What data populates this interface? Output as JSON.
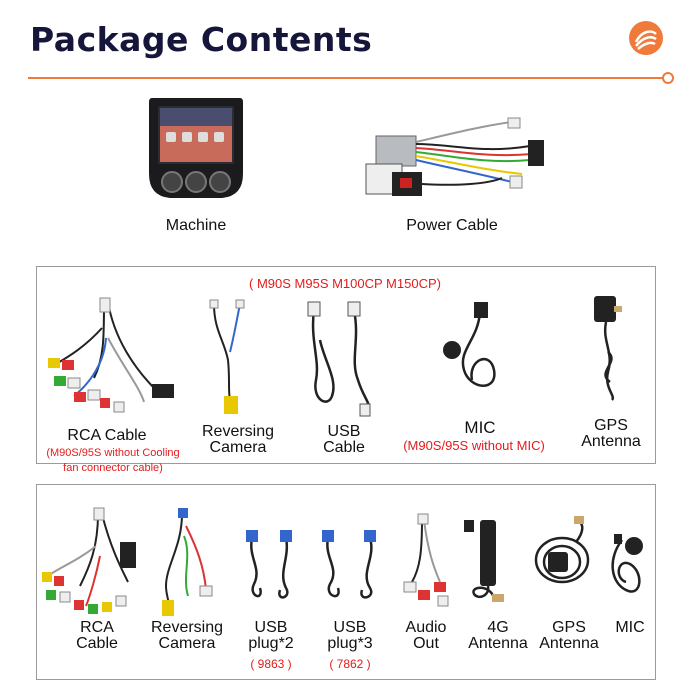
{
  "header": {
    "title": "Package Contents"
  },
  "top_items": {
    "machine": "Machine",
    "power_cable": "Power Cable"
  },
  "box1": {
    "models_note": "( M90S M95S M100CP M150CP)",
    "rca_label": "RCA Cable",
    "rca_note_1": "(M90S/95S without Cooling",
    "rca_note_2": "fan connector cable)",
    "rev_label_1": "Reversing",
    "rev_label_2": "Camera",
    "usb_label_1": "USB",
    "usb_label_2": "Cable",
    "mic_label": "MIC",
    "mic_note": "(M90S/95S without MIC)",
    "gps_label_1": "GPS",
    "gps_label_2": "Antenna"
  },
  "box2": {
    "rca_1": "RCA",
    "rca_2": "Cable",
    "rev_1": "Reversing",
    "rev_2": "Camera",
    "usb2_1": "USB",
    "usb2_2": "plug*2",
    "usb2_note": "( 9863 )",
    "usb3_1": "USB",
    "usb3_2": "plug*3",
    "usb3_note": "( 7862 )",
    "audio_1": "Audio",
    "audio_2": "Out",
    "g4_1": "4G",
    "g4_2": "Antenna",
    "gps_1": "GPS",
    "gps_2": "Antenna",
    "mic": "MIC"
  },
  "colors": {
    "accent": "#f07a3a",
    "title": "#16163a",
    "note": "#e51b1b",
    "border": "#9b9b9b"
  }
}
